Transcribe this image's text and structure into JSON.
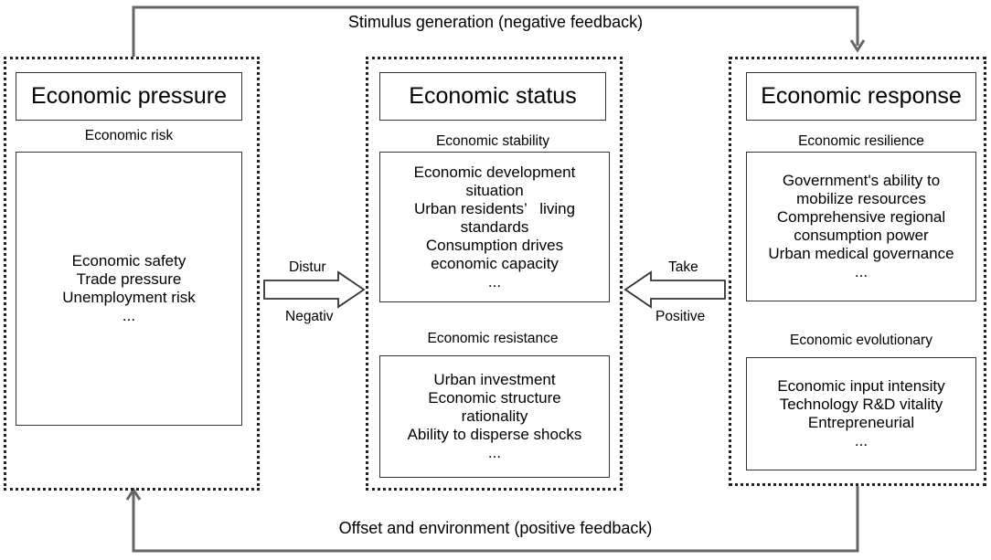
{
  "feedback": {
    "top_label": "Stimulus generation (negative feedback)",
    "bottom_label": "Offset and environment (positive feedback)"
  },
  "panels": {
    "pressure": {
      "title": "Economic pressure",
      "sections": [
        {
          "label": "Economic risk",
          "items": [
            "Economic safety",
            "Trade pressure",
            "Unemployment risk",
            "..."
          ]
        }
      ]
    },
    "status": {
      "title": "Economic status",
      "sections": [
        {
          "label": "Economic stability",
          "items": [
            "Economic development",
            "situation",
            "Urban residents’   living",
            "standards",
            "Consumption drives",
            "economic capacity",
            "..."
          ]
        },
        {
          "label": "Economic resistance",
          "items": [
            "Urban investment",
            "Economic structure",
            "rationality",
            "Ability to disperse shocks",
            "..."
          ]
        }
      ]
    },
    "response": {
      "title": "Economic response",
      "sections": [
        {
          "label": "Economic resilience",
          "items": [
            "Government's ability to",
            "mobilize resources",
            "Comprehensive regional",
            "consumption power",
            "Urban medical governance",
            "..."
          ]
        },
        {
          "label": "Economic evolutionary",
          "items": [
            "Economic input intensity",
            "Technology R&D vitality",
            "Entrepreneurial",
            "..."
          ]
        }
      ]
    }
  },
  "arrows": {
    "left_top": "Distur",
    "left_bottom": "Negativ",
    "right_top": "Take",
    "right_bottom": "Positive"
  }
}
